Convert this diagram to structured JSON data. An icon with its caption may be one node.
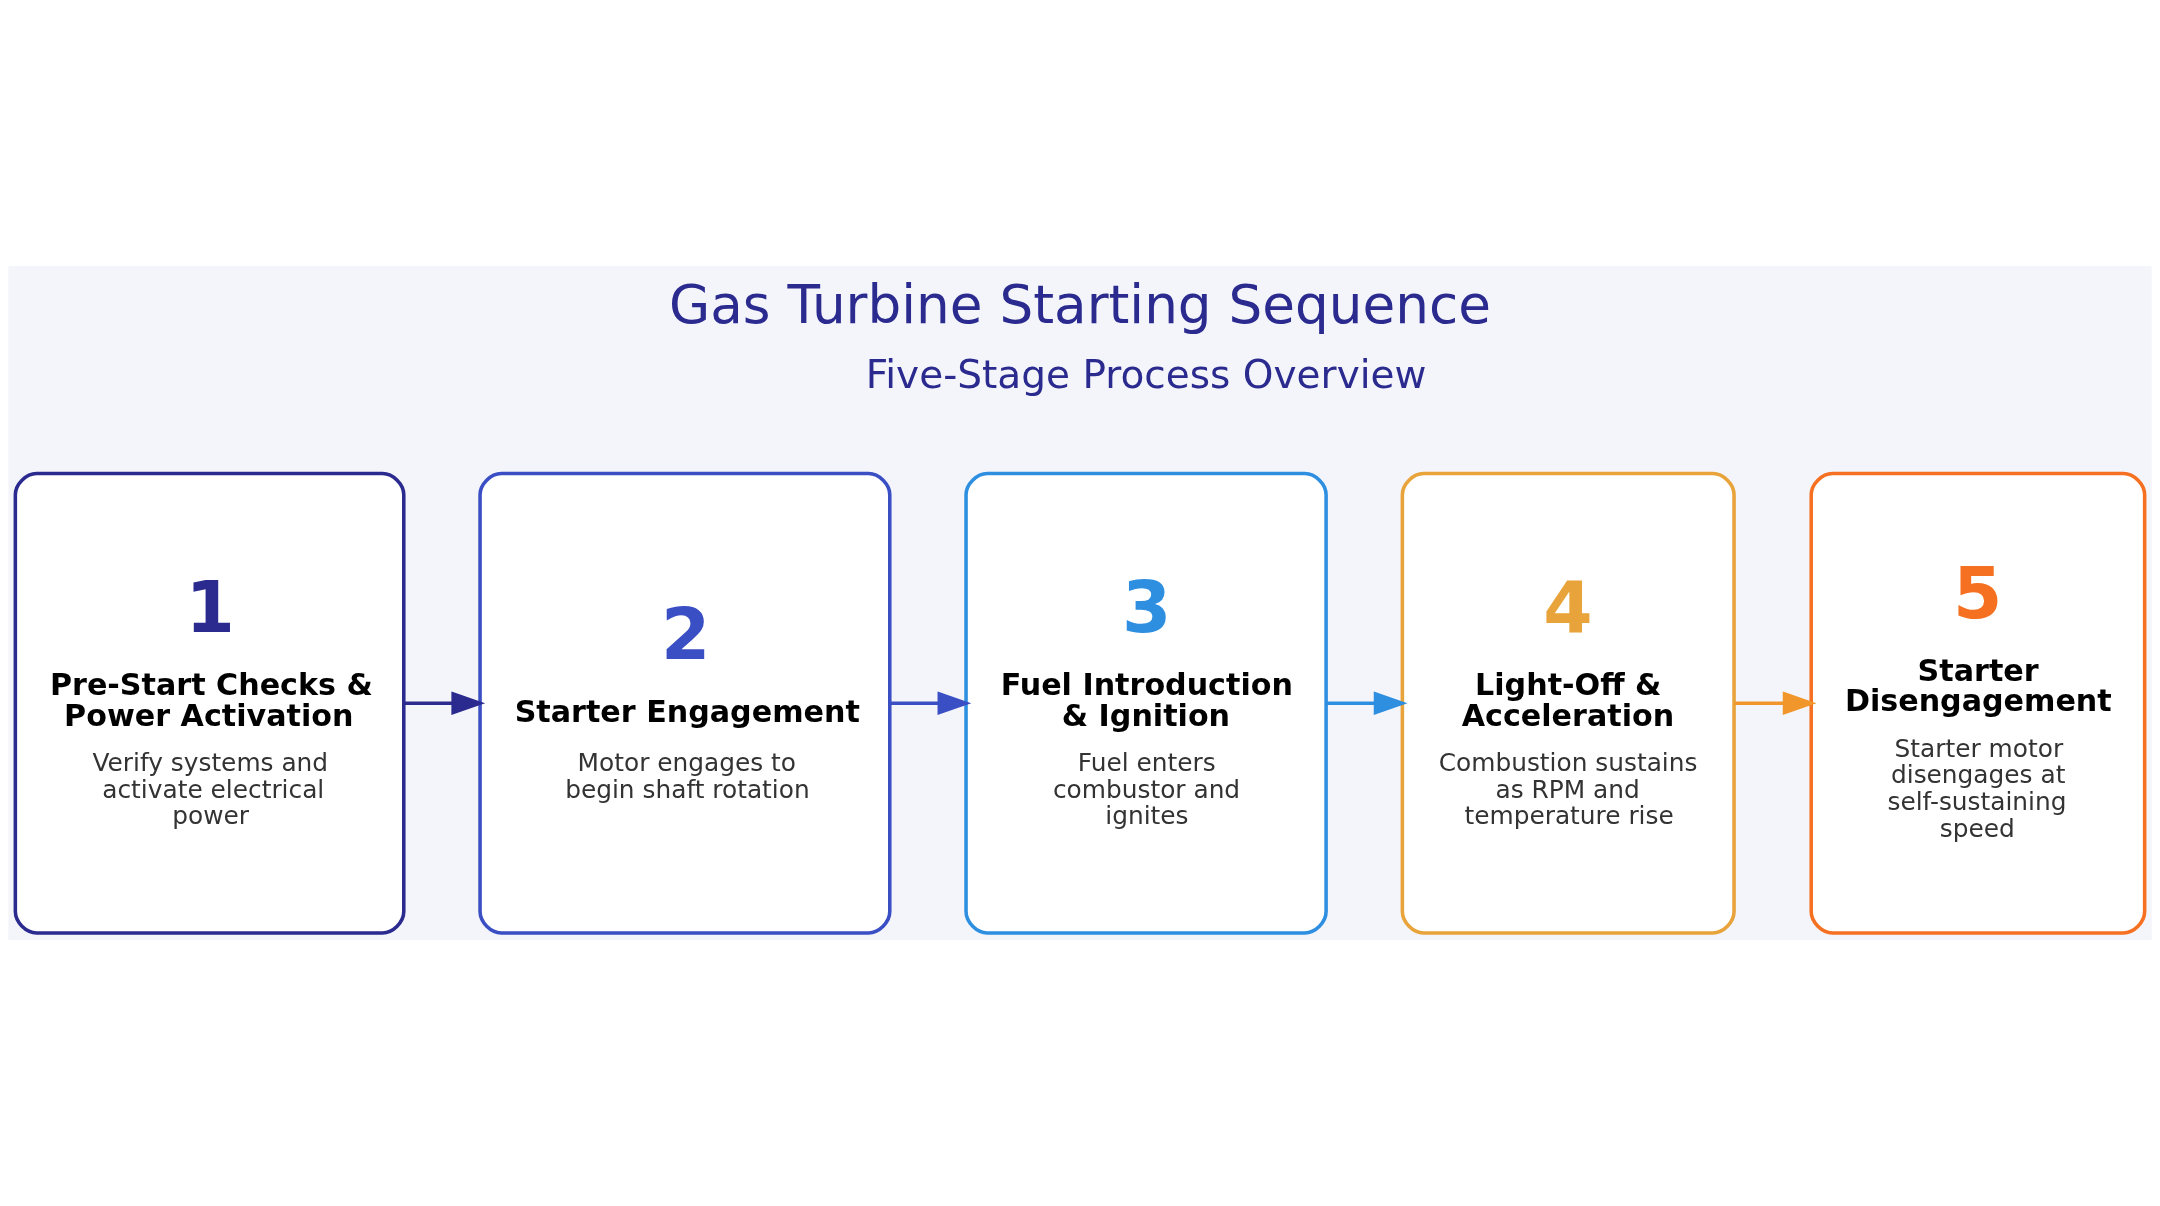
{
  "diagram": {
    "title": "Gas Turbine Starting Sequence",
    "nodes": [
      {
        "text": [
          "1",
          "Pre-Start Checks & Power Activation",
          "Verify systems and activate electrical power"
        ]
      },
      {
        "text": [
          "2",
          "Starter Engagement",
          "Motor engages to begin shaft rotation"
        ]
      },
      {
        "text": [
          "3",
          "Fuel Introduction & Ignition",
          "Fuel enters combustor and ignites"
        ]
      },
      {
        "text": [
          "4",
          "Light-Off & Acceleration",
          "Combustion sustains as RPM and temperature rise"
        ]
      },
      {
        "text": [
          "5",
          "Starter Disengagement",
          "Starter motor disengages at self-sustaining speed"
        ]
      }
    ],
    "edges": [
      {
        "from": 0,
        "to": 1,
        "arrow": "to",
        "color": "#2a2a8f"
      },
      {
        "from": 1,
        "to": 2,
        "arrow": "to",
        "color": "#3a4fc4"
      },
      {
        "from": 2,
        "to": 3,
        "arrow": "to",
        "color": "#2e8fe0"
      },
      {
        "from": 3,
        "to": 4,
        "arrow": "to",
        "color": "#f0962a"
      }
    ],
    "labels": [
      "Five-Stage Process Overview"
    ]
  }
}
